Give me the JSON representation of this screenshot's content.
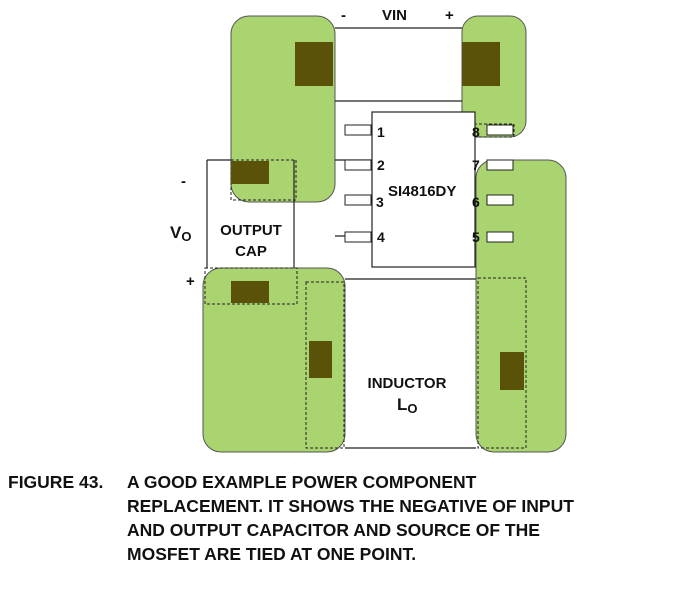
{
  "colors": {
    "pad_fill": "#a9d46f",
    "pad_stroke": "#555555",
    "component_body": "#5a5208",
    "trace": "#222222",
    "ic_fill": "#ffffff"
  },
  "labels": {
    "vin": "VIN",
    "vin_minus": "-",
    "vin_plus": "+",
    "vo_main": "V",
    "vo_sub": "O",
    "vo_minus": "-",
    "vo_plus": "+",
    "output_cap_line1": "OUTPUT",
    "output_cap_line2": "CAP",
    "ic_name": "SI4816DY",
    "inductor_line1": "INDUCTOR",
    "inductor_main": "L",
    "inductor_sub": "O"
  },
  "ic_pins": [
    "1",
    "2",
    "3",
    "4",
    "5",
    "6",
    "7",
    "8"
  ],
  "caption": {
    "number": "FIGURE 43.",
    "lines": [
      "A GOOD EXAMPLE POWER COMPONENT",
      "REPLACEMENT. IT SHOWS THE NEGATIVE OF INPUT",
      "AND OUTPUT CAPACITOR AND SOURCE OF THE",
      "MOSFET ARE TIED AT ONE POINT."
    ]
  }
}
